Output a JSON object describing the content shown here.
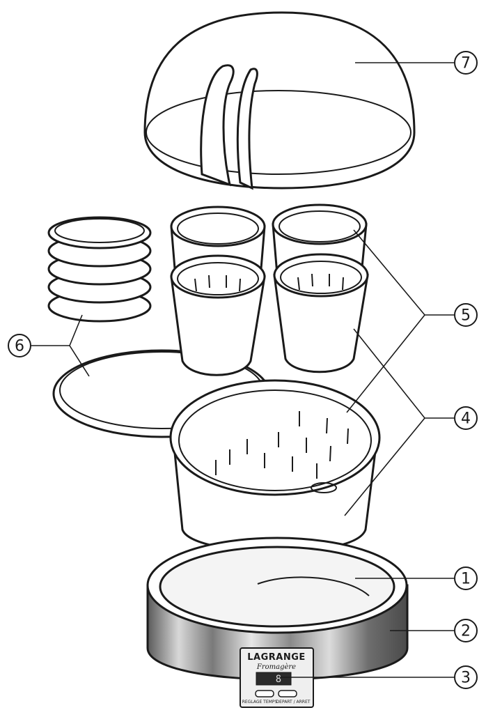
{
  "device": {
    "brand": "LAGRANGE",
    "model": "Fromagère",
    "display_digit": "8",
    "button_left_label": "REGLAGE  TEMPS",
    "button_right_label": "DEPART / ARRET"
  },
  "callouts": [
    {
      "label": "1",
      "part": "base-inner-bowl"
    },
    {
      "label": "2",
      "part": "base-housing"
    },
    {
      "label": "3",
      "part": "control-panel"
    },
    {
      "label": "4",
      "part": "strainer-container"
    },
    {
      "label": "5",
      "part": "strainer-insert"
    },
    {
      "label": "6",
      "part": "lids"
    },
    {
      "label": "7",
      "part": "cover"
    }
  ],
  "colors": {
    "ink": "#1a1a1a",
    "fill": "#ffffff",
    "metal": "#8c8c8c"
  }
}
